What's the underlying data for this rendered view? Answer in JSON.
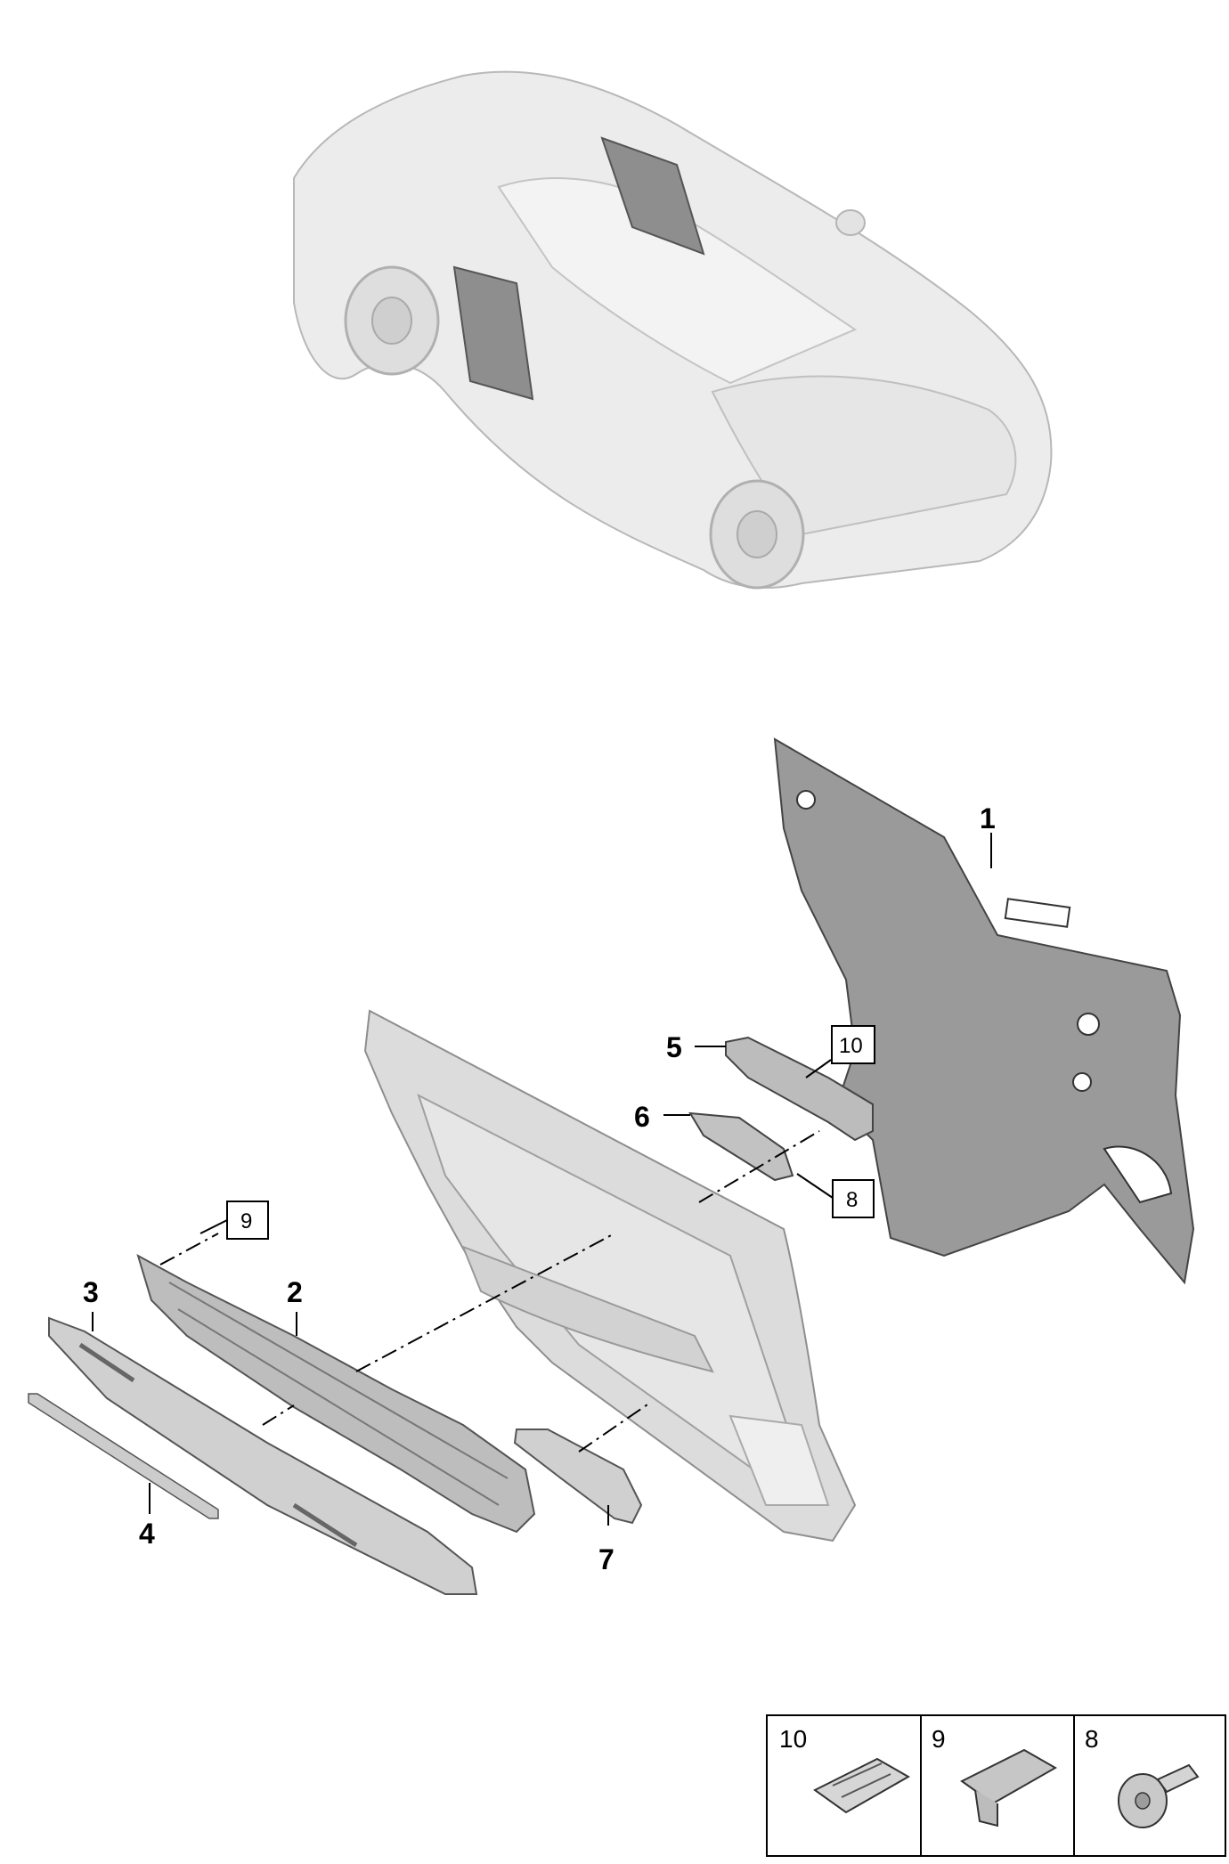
{
  "callouts": [
    "1",
    "2",
    "3",
    "4",
    "5",
    "6",
    "7"
  ],
  "boxed_labels": [
    "10",
    "9",
    "8"
  ],
  "legend": [
    {
      "num": "10",
      "icon": "clip-icon"
    },
    {
      "num": "9",
      "icon": "expanding-clip-icon"
    },
    {
      "num": "8",
      "icon": "push-rivet-icon"
    }
  ],
  "colors": {
    "panel": "#9a9a9a",
    "trim": "#dcdcdc",
    "car": "#ececec",
    "line": "#000000"
  }
}
